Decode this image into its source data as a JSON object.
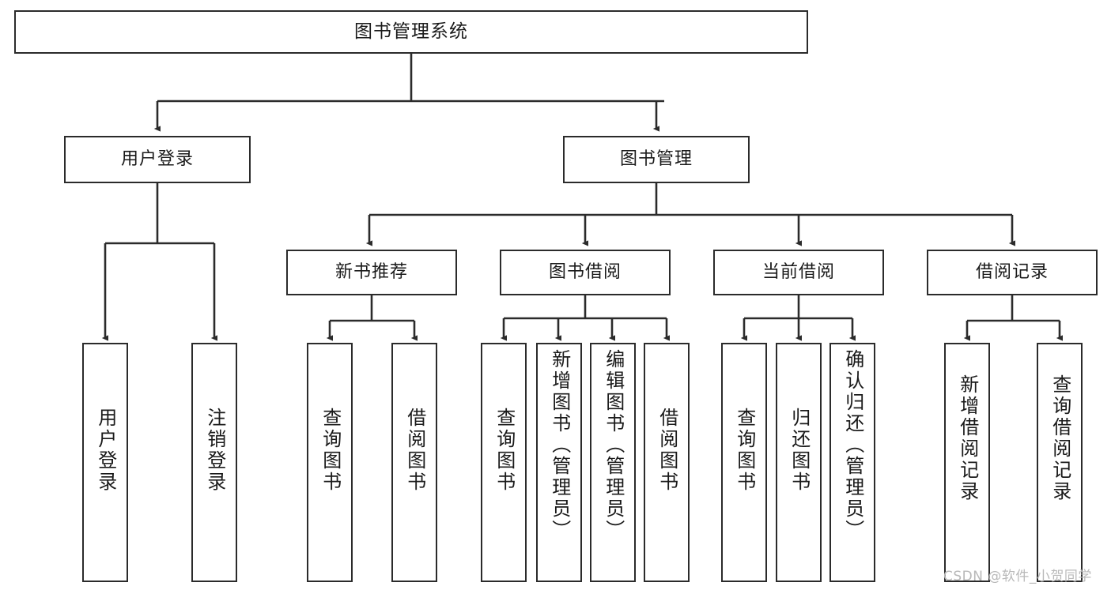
{
  "diagram": {
    "type": "tree-hierarchy-chart",
    "title": "图书管理系统",
    "stroke_color": "#2b2b2b",
    "fill_color": "#ffffff",
    "text_color": "#1a1a1a",
    "watermark": "CSDN @软件_小贺同学"
  },
  "nodes": {
    "root": {
      "label": "图书管理系统"
    },
    "level2": [
      {
        "label": "用户登录"
      },
      {
        "label": "图书管理"
      }
    ],
    "level3": [
      {
        "label": "新书推荐"
      },
      {
        "label": "图书借阅"
      },
      {
        "label": "当前借阅"
      },
      {
        "label": "借阅记录"
      }
    ],
    "leaves": {
      "user_login": [
        {
          "label": "用户登录"
        },
        {
          "label": "注销登录"
        }
      ],
      "new_book_recommend": [
        {
          "label": "查询图书"
        },
        {
          "label": "借阅图书"
        }
      ],
      "book_borrow": [
        {
          "label": "查询图书"
        },
        {
          "label": "新增图书（管理员）"
        },
        {
          "label": "编辑图书（管理员）"
        },
        {
          "label": "借阅图书"
        }
      ],
      "current_borrow": [
        {
          "label": "查询图书"
        },
        {
          "label": "归还图书"
        },
        {
          "label": "确认归还（管理员）"
        }
      ],
      "borrow_record": [
        {
          "label": "新增借阅记录"
        },
        {
          "label": "查询借阅记录"
        }
      ]
    }
  }
}
